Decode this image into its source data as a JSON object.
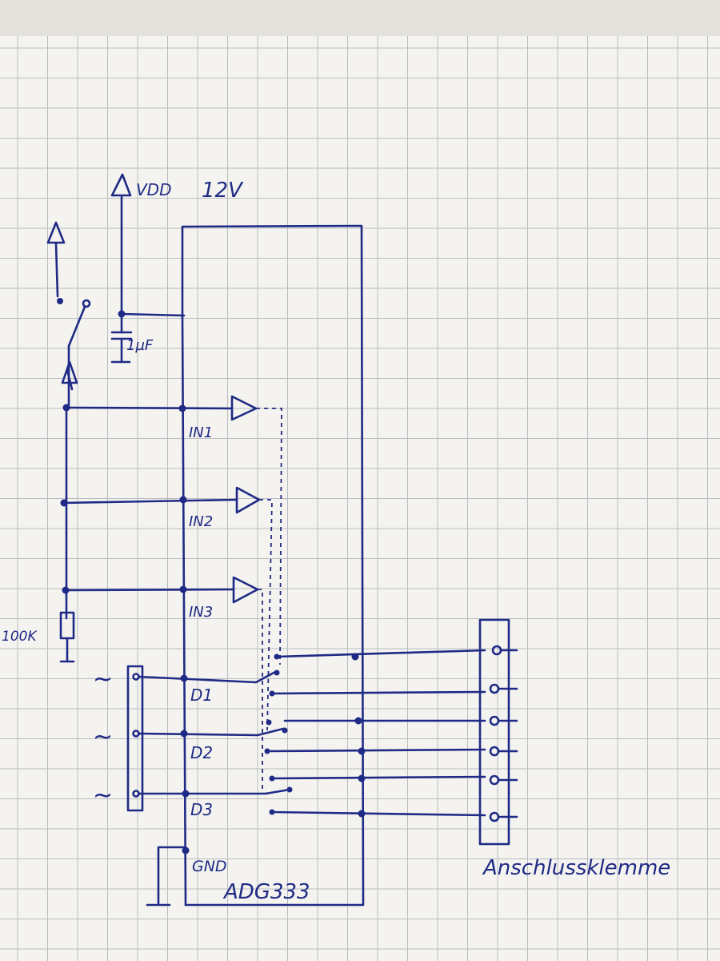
{
  "supply": {
    "label": "VDD",
    "voltage": "12V"
  },
  "capacitor": {
    "value": "1µF"
  },
  "resistor": {
    "value": "100K"
  },
  "inputs": [
    "IN1",
    "IN2",
    "IN3"
  ],
  "drains": [
    "D1",
    "D2",
    "D3"
  ],
  "ground": {
    "label": "GND"
  },
  "chip": {
    "name": "ADG333"
  },
  "terminal": {
    "name": "Anschlussklemme"
  },
  "source_symbol": "~",
  "colors": {
    "ink": "#1f2a86",
    "paper": "#f3f2ee",
    "grid": "#b9bcc0"
  }
}
